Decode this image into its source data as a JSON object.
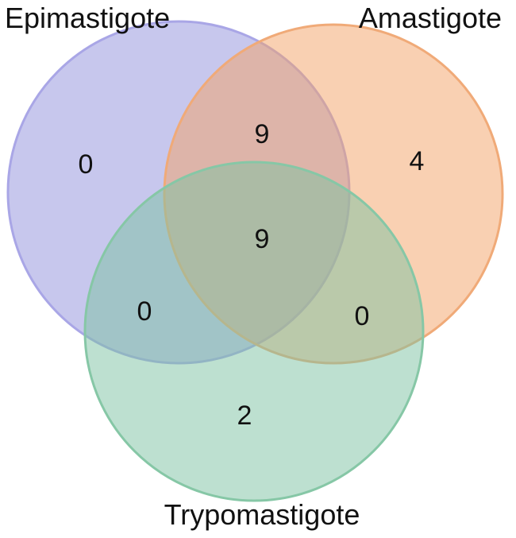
{
  "diagram": {
    "sets": [
      {
        "key": "epi",
        "label": "Epimastigote",
        "fill": "#8f8fdb",
        "stroke": "#a9a6e6"
      },
      {
        "key": "ama",
        "label": "Amastigote",
        "fill": "#f4a165",
        "stroke": "#f0aa78"
      },
      {
        "key": "try",
        "label": "Trypomastigote",
        "fill": "#7cc2a2",
        "stroke": "#86c7a6"
      }
    ],
    "regions": {
      "epi_only": "0",
      "ama_only": "4",
      "try_only": "2",
      "epi_ama": "9",
      "epi_try": "0",
      "ama_try": "0",
      "all_three": "9"
    }
  }
}
